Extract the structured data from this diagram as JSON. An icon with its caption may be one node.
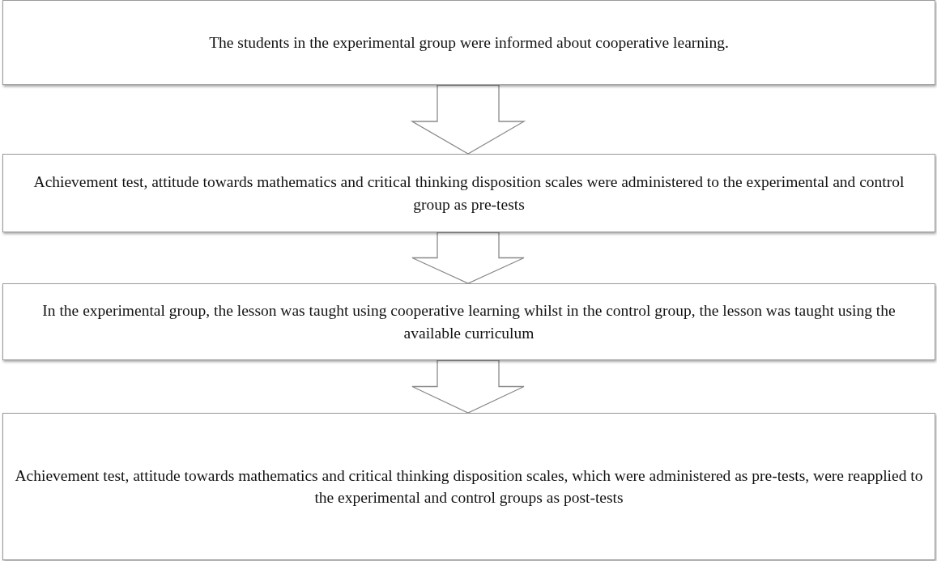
{
  "diagram": {
    "nodes": [
      {
        "text": [
          "The students in the experimental group were informed about cooperative learning."
        ]
      },
      {
        "text": [
          "Achievement test, attitude towards mathematics and critical thinking disposition scales were administered to the experimental and control group as pre-tests"
        ]
      },
      {
        "text": [
          "In the experimental group, the lesson was taught using cooperative learning whilst in the control group, the lesson was taught using the available curriculum"
        ]
      },
      {
        "text": [
          "Achievement test, attitude towards mathematics and critical thinking disposition scales, which were administered as pre-tests, were reapplied to the experimental and control groups as post-tests"
        ]
      }
    ],
    "edges": [
      {
        "from": 0,
        "to": 1,
        "arrow": "to"
      },
      {
        "from": 1,
        "to": 2,
        "arrow": "to"
      },
      {
        "from": 2,
        "to": 3,
        "arrow": "to"
      }
    ]
  }
}
